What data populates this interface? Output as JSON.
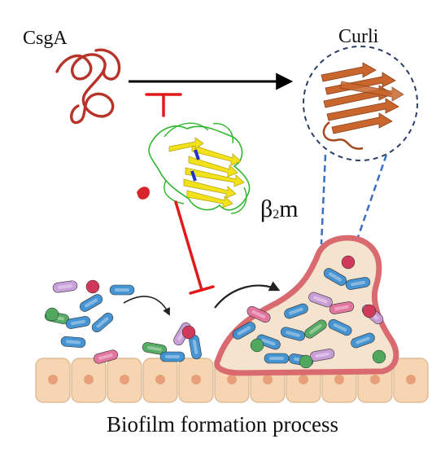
{
  "labels": {
    "csga": "CsgA",
    "curli": "Curli",
    "b2m_base": "β",
    "b2m_sub": "2",
    "b2m_tail": "m",
    "caption": "Biofilm formation process"
  },
  "colors": {
    "inhibit": "#e01a1a",
    "arrow": "#000000",
    "csga_strand": "#b8332a",
    "curli_strand": "#c8662e",
    "dashed": "#3a6fc4",
    "circle_dash": "#2c3e66",
    "epithelium": "#f6d6b2",
    "nucleus": "#e8a07a",
    "biofilm_fill": "#f4e4cf",
    "biofilm_edge": "#d96a6f",
    "protein_sheet": "#f2e21b",
    "protein_loop": "#2fb52f",
    "protein_helix": "#d8252c",
    "protein_blue": "#2233cc",
    "bac_blue": "#3c8fd1",
    "bac_pink": "#e0709c",
    "bac_green": "#4fa85d",
    "bac_lilac": "#c79bd8",
    "bac_red": "#cf3a5a"
  },
  "icons": [
    "csga-coil-icon",
    "curli-fibril-icon",
    "beta2m-protein-icon",
    "epithelial-cell-icon",
    "bacterium-icon"
  ]
}
